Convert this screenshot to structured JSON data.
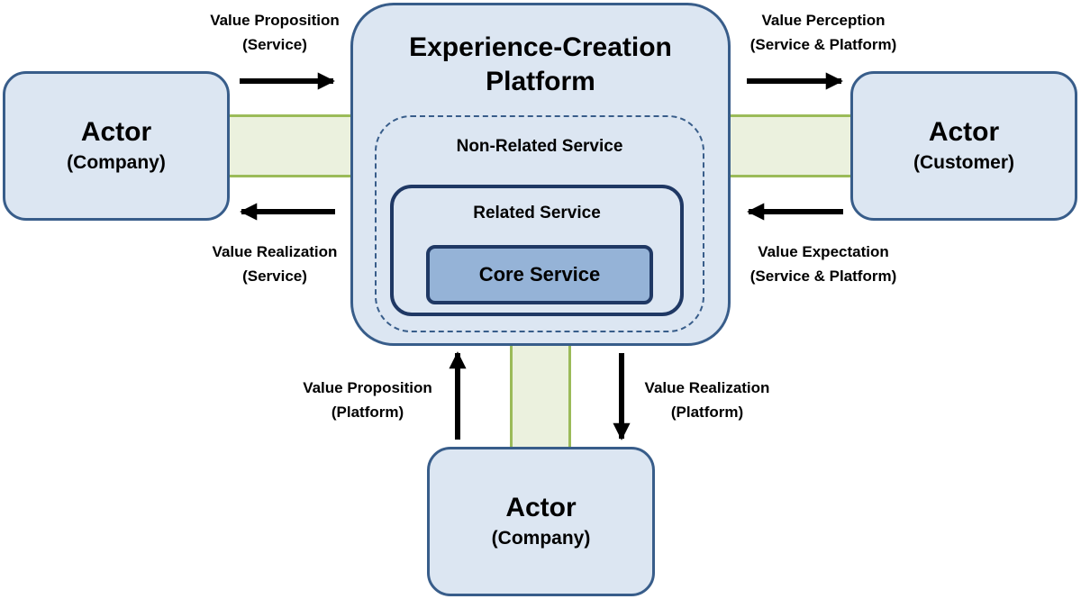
{
  "platform": {
    "title_line1": "Experience-Creation",
    "title_line2": "Platform",
    "non_related_label": "Non-Related Service",
    "related_label": "Related Service",
    "core_label": "Core Service"
  },
  "actors": {
    "left": {
      "title": "Actor",
      "subtitle": "(Company)"
    },
    "right": {
      "title": "Actor",
      "subtitle": "(Customer)"
    },
    "bottom": {
      "title": "Actor",
      "subtitle": "(Company)"
    }
  },
  "labels": {
    "top_left": {
      "line1": "Value Proposition",
      "line2": "(Service)"
    },
    "bottom_left": {
      "line1": "Value Realization",
      "line2": "(Service)"
    },
    "top_right": {
      "line1": "Value Perception",
      "line2": "(Service & Platform)"
    },
    "bottom_right": {
      "line1": "Value Expectation",
      "line2": "(Service & Platform)"
    },
    "lower_left": {
      "line1": "Value Proposition",
      "line2": "(Platform)"
    },
    "lower_right": {
      "line1": "Value Realization",
      "line2": "(Platform)"
    }
  },
  "colors": {
    "box_fill": "#dce6f2",
    "box_border": "#385d8a",
    "core_fill": "#95b3d7",
    "core_border": "#1f3864",
    "band_fill": "#ebf1de",
    "band_border": "#9bbb59",
    "arrow": "#000000"
  },
  "icons": {
    "arrow_right_top": "arrow-right-icon",
    "arrow_left_top": "arrow-left-icon",
    "arrow_right_customer": "arrow-right-icon",
    "arrow_left_customer": "arrow-left-icon",
    "arrow_up_bottom": "arrow-up-icon",
    "arrow_down_bottom": "arrow-down-icon"
  }
}
